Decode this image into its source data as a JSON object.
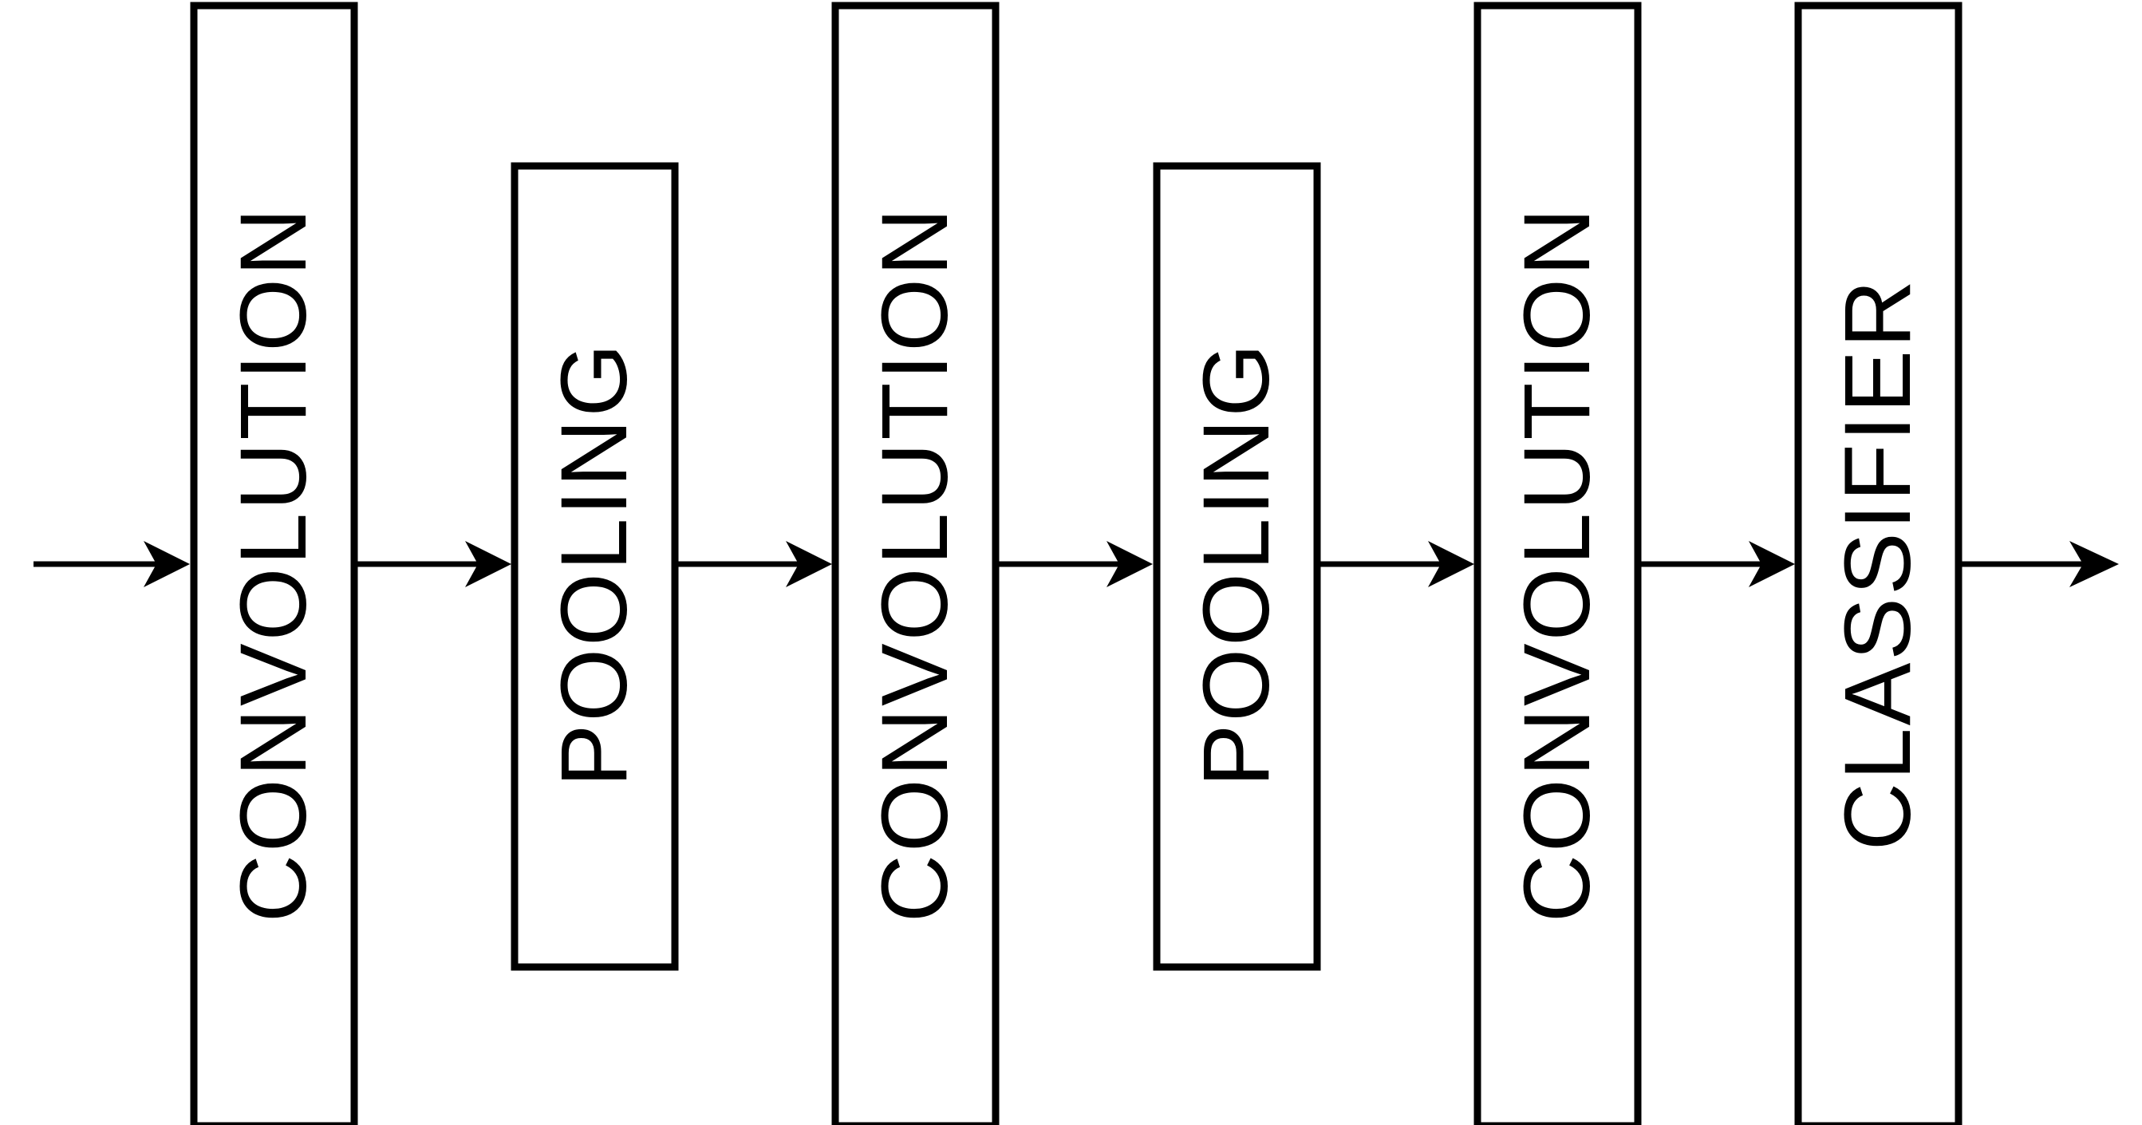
{
  "diagram": {
    "blocks": [
      {
        "label": "CONVOLUTION"
      },
      {
        "label": "POOLING"
      },
      {
        "label": "CONVOLUTION"
      },
      {
        "label": "POOLING"
      },
      {
        "label": "CONVOLUTION"
      },
      {
        "label": "CLASSIFIER"
      }
    ],
    "colors": {
      "stroke": "#000000",
      "fill": "#ffffff"
    }
  }
}
